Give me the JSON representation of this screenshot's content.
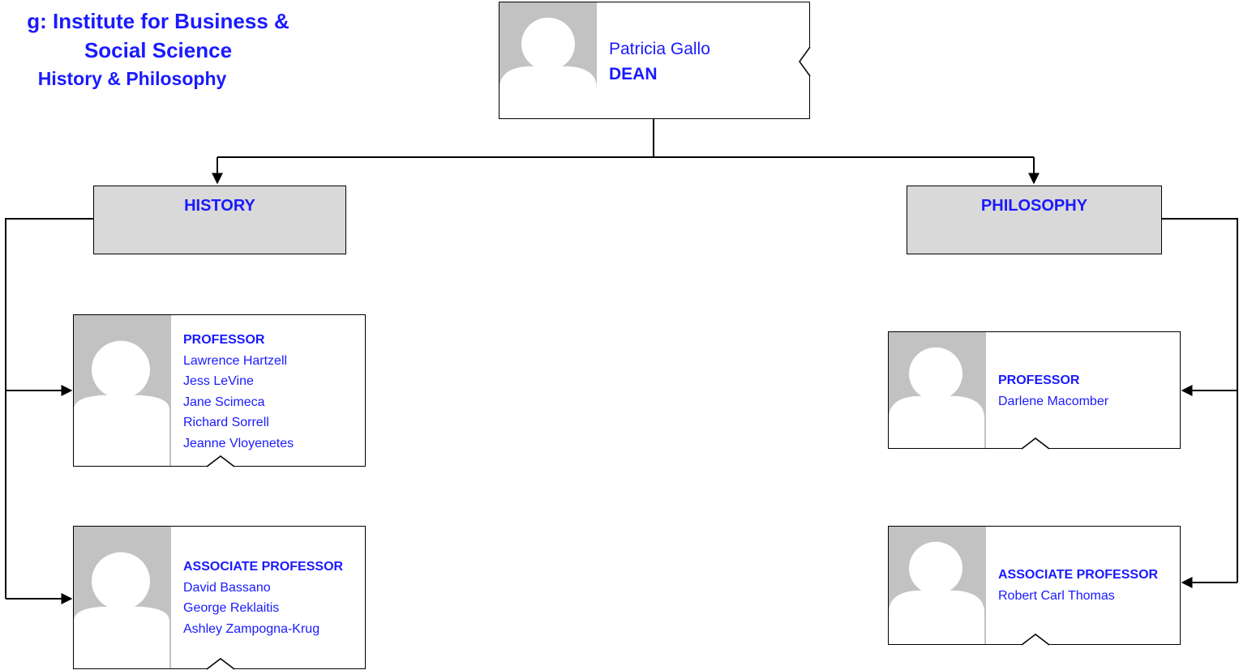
{
  "title": {
    "line1": "g: Institute for Business &",
    "line2": "Social Science",
    "line3": "History & Philosophy"
  },
  "dean": {
    "name": "Patricia Gallo",
    "role": "DEAN"
  },
  "departments": [
    {
      "name": "HISTORY",
      "groups": [
        {
          "role": "PROFESSOR",
          "members": [
            "Lawrence Hartzell",
            "Jess LeVine",
            "Jane Scimeca",
            "Richard Sorrell",
            "Jeanne Vloyenetes"
          ]
        },
        {
          "role": "ASSOCIATE PROFESSOR",
          "members": [
            "David Bassano",
            "George Reklaitis",
            "Ashley Zampogna-Krug"
          ]
        }
      ]
    },
    {
      "name": "PHILOSOPHY",
      "groups": [
        {
          "role": "PROFESSOR",
          "members": [
            "Darlene Macomber"
          ]
        },
        {
          "role": "ASSOCIATE PROFESSOR",
          "members": [
            "Robert Carl Thomas"
          ]
        }
      ]
    }
  ],
  "colors": {
    "text": "#1a1aff",
    "photo_bg": "#c2c2c2",
    "avatar_silhouette": "#ffffff",
    "dept_fill": "#d9d9d9",
    "line": "#000000"
  },
  "icons": {
    "avatar": "person-silhouette-icon"
  }
}
